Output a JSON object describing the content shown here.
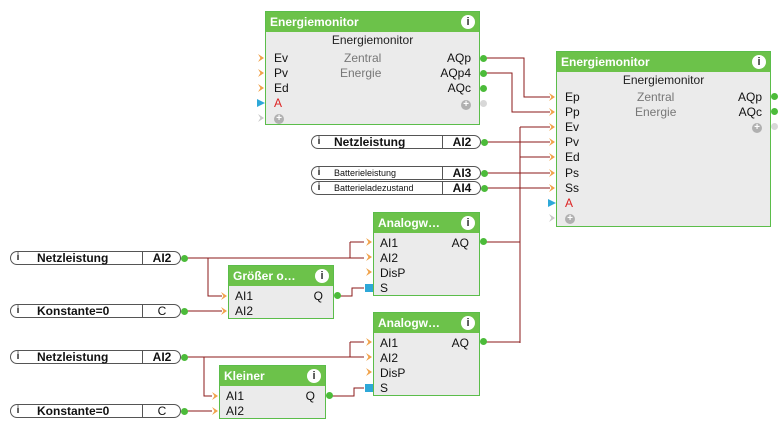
{
  "colors": {
    "header": "#6cc24a",
    "pin_in": "#f0a24a",
    "pin_out": "#4cbb3a",
    "wire": "#8b1a1a",
    "trigger": "#2ea8d8"
  },
  "info_glyph": "i",
  "add_glyph": "+",
  "blocks": {
    "em1": {
      "title": "Energiemonitor",
      "subtitle": "Energiemonitor",
      "inputs": [
        "Ev",
        "Pv",
        "Ed",
        "A"
      ],
      "outputs": [
        "AQp",
        "AQp4",
        "AQc"
      ],
      "mid": [
        "Zentral",
        "Energie"
      ]
    },
    "em2": {
      "title": "Energiemonitor",
      "subtitle": "Energiemonitor",
      "inputs": [
        "Ep",
        "Pp",
        "Ev",
        "Pv",
        "Ed",
        "Ps",
        "Ss",
        "A"
      ],
      "outputs": [
        "AQp",
        "AQc"
      ],
      "mid": [
        "Zentral",
        "Energie"
      ]
    },
    "analog1": {
      "title": "Analogw…",
      "inputs": [
        "AI1",
        "AI2",
        "DisP",
        "S"
      ],
      "output": "AQ"
    },
    "analog2": {
      "title": "Analogw…",
      "inputs": [
        "AI1",
        "AI2",
        "DisP",
        "S"
      ],
      "output": "AQ"
    },
    "greater": {
      "title": "Größer o…",
      "inputs": [
        "AI1",
        "AI2"
      ],
      "output": "Q"
    },
    "smaller": {
      "title": "Kleiner",
      "inputs": [
        "AI1",
        "AI2"
      ],
      "output": "Q"
    }
  },
  "vars": {
    "v_netz_right": {
      "name": "Netzleistung",
      "tag": "AI2"
    },
    "v_batt_l": {
      "name": "Batterieleistung",
      "tag": "AI3"
    },
    "v_batt_z": {
      "name": "Batterieladezustand",
      "tag": "AI4"
    },
    "v_netz_left1": {
      "name": "Netzleistung",
      "tag": "AI2"
    },
    "v_const1": {
      "name": "Konstante=0",
      "tag": "C"
    },
    "v_netz_left2": {
      "name": "Netzleistung",
      "tag": "AI2"
    },
    "v_const2": {
      "name": "Konstante=0",
      "tag": "C"
    }
  }
}
